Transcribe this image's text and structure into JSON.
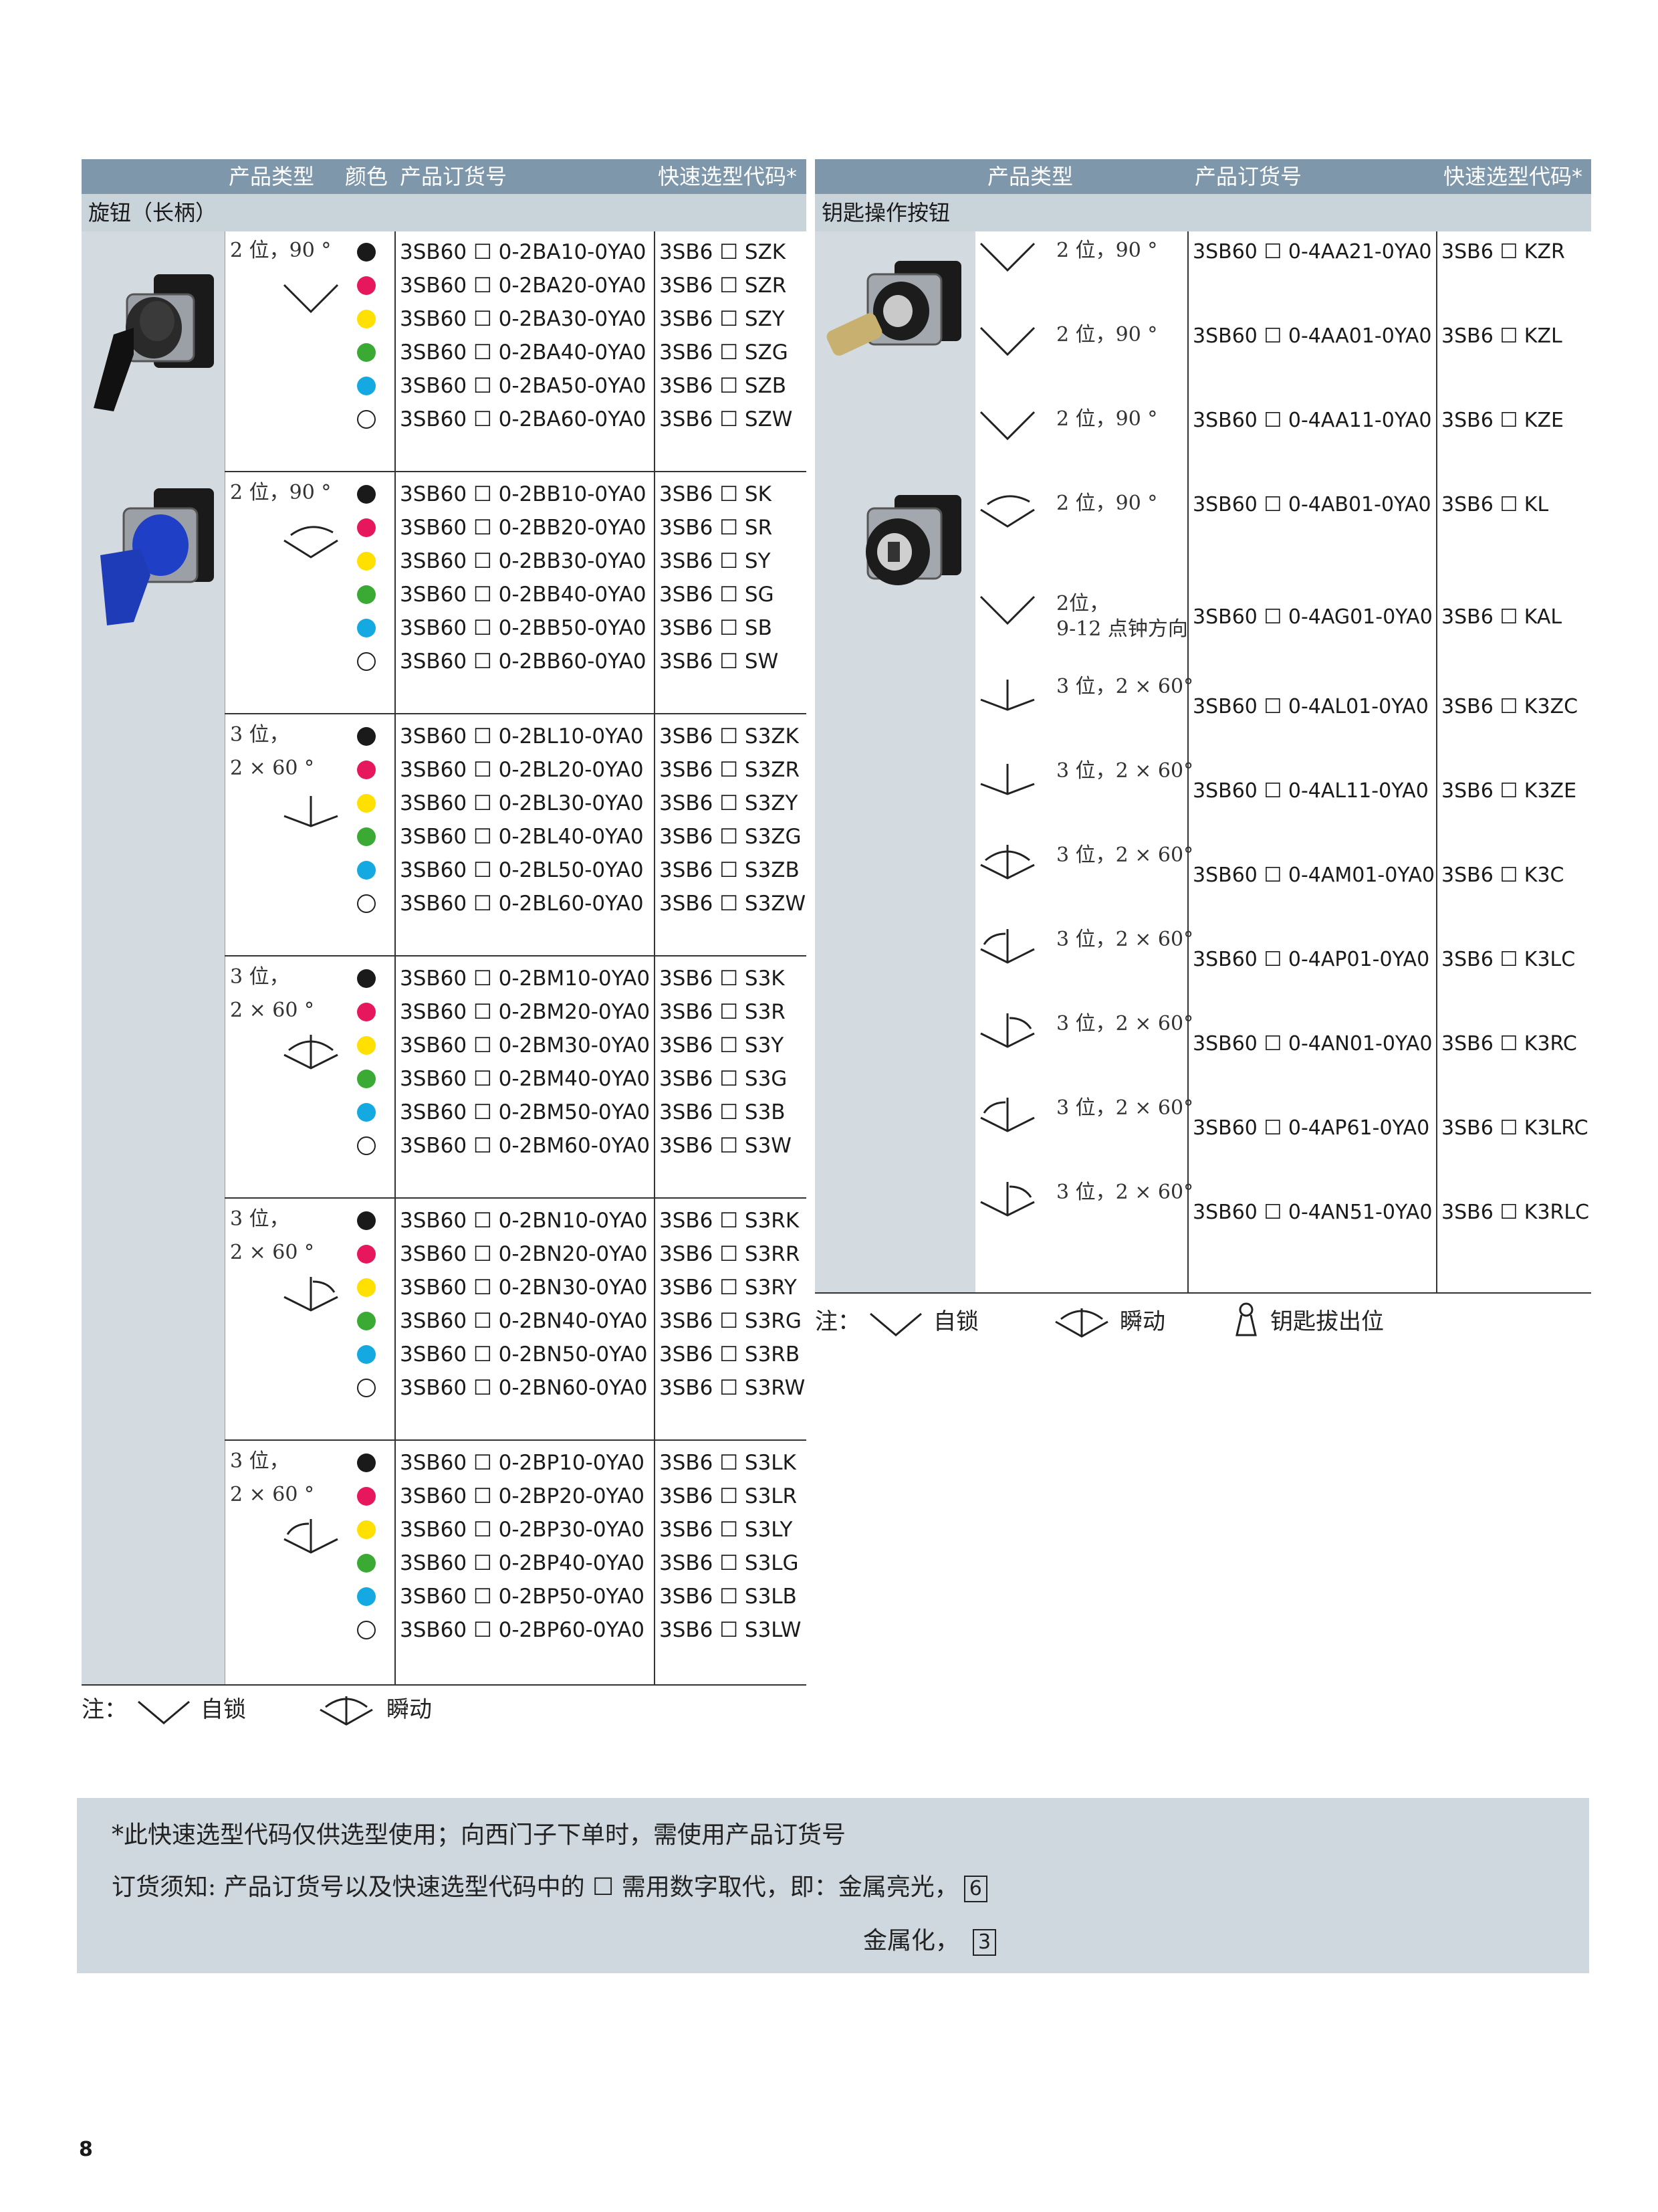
{
  "left_table": {
    "headers": {
      "type": "产品类型",
      "color": "颜色",
      "order_no": "产品订货号",
      "quick_code": "快速选型代码*"
    },
    "section_title": "旋钮（长柄）",
    "groups": [
      {
        "type_line1": "2 位，90 °",
        "type_line2": "",
        "symbol": "latching-2pos",
        "rows": [
          {
            "color": "#1a1a1a",
            "order_no": "3SB60 ☐ 0-2BA10-0YA0",
            "code": "3SB6 ☐ SZK"
          },
          {
            "color": "#e6175c",
            "order_no": "3SB60 ☐ 0-2BA20-0YA0",
            "code": "3SB6 ☐ SZR"
          },
          {
            "color": "#ffe000",
            "order_no": "3SB60 ☐ 0-2BA30-0YA0",
            "code": "3SB6 ☐ SZY"
          },
          {
            "color": "#3aaa35",
            "order_no": "3SB60 ☐ 0-2BA40-0YA0",
            "code": "3SB6 ☐ SZG"
          },
          {
            "color": "#14a9e1",
            "order_no": "3SB60 ☐ 0-2BA50-0YA0",
            "code": "3SB6 ☐ SZB"
          },
          {
            "color": "#ffffff",
            "order_no": "3SB60 ☐ 0-2BA60-0YA0",
            "code": "3SB6 ☐ SZW"
          }
        ]
      },
      {
        "type_line1": "2 位，90 °",
        "type_line2": "",
        "symbol": "momentary-2pos",
        "rows": [
          {
            "color": "#1a1a1a",
            "order_no": "3SB60 ☐ 0-2BB10-0YA0",
            "code": "3SB6 ☐ SK"
          },
          {
            "color": "#e6175c",
            "order_no": "3SB60 ☐ 0-2BB20-0YA0",
            "code": "3SB6 ☐ SR"
          },
          {
            "color": "#ffe000",
            "order_no": "3SB60 ☐ 0-2BB30-0YA0",
            "code": "3SB6 ☐ SY"
          },
          {
            "color": "#3aaa35",
            "order_no": "3SB60 ☐ 0-2BB40-0YA0",
            "code": "3SB6 ☐ SG"
          },
          {
            "color": "#14a9e1",
            "order_no": "3SB60 ☐ 0-2BB50-0YA0",
            "code": "3SB6 ☐ SB"
          },
          {
            "color": "#ffffff",
            "order_no": "3SB60 ☐ 0-2BB60-0YA0",
            "code": "3SB6 ☐ SW"
          }
        ]
      },
      {
        "type_line1": "3 位，",
        "type_line2": "2 × 60 °",
        "symbol": "latching-3pos",
        "rows": [
          {
            "color": "#1a1a1a",
            "order_no": "3SB60 ☐ 0-2BL10-0YA0",
            "code": "3SB6 ☐ S3ZK"
          },
          {
            "color": "#e6175c",
            "order_no": "3SB60 ☐ 0-2BL20-0YA0",
            "code": "3SB6 ☐ S3ZR"
          },
          {
            "color": "#ffe000",
            "order_no": "3SB60 ☐ 0-2BL30-0YA0",
            "code": "3SB6 ☐ S3ZY"
          },
          {
            "color": "#3aaa35",
            "order_no": "3SB60 ☐ 0-2BL40-0YA0",
            "code": "3SB6 ☐ S3ZG"
          },
          {
            "color": "#14a9e1",
            "order_no": "3SB60 ☐ 0-2BL50-0YA0",
            "code": "3SB6 ☐ S3ZB"
          },
          {
            "color": "#ffffff",
            "order_no": "3SB60 ☐ 0-2BL60-0YA0",
            "code": "3SB6 ☐ S3ZW"
          }
        ]
      },
      {
        "type_line1": "3 位，",
        "type_line2": "2 × 60 °",
        "symbol": "momentary-3pos",
        "rows": [
          {
            "color": "#1a1a1a",
            "order_no": "3SB60 ☐ 0-2BM10-0YA0",
            "code": "3SB6 ☐ S3K"
          },
          {
            "color": "#e6175c",
            "order_no": "3SB60 ☐ 0-2BM20-0YA0",
            "code": "3SB6 ☐ S3R"
          },
          {
            "color": "#ffe000",
            "order_no": "3SB60 ☐ 0-2BM30-0YA0",
            "code": "3SB6 ☐ S3Y"
          },
          {
            "color": "#3aaa35",
            "order_no": "3SB60 ☐ 0-2BM40-0YA0",
            "code": "3SB6 ☐ S3G"
          },
          {
            "color": "#14a9e1",
            "order_no": "3SB60 ☐ 0-2BM50-0YA0",
            "code": "3SB6 ☐ S3B"
          },
          {
            "color": "#ffffff",
            "order_no": "3SB60 ☐ 0-2BM60-0YA0",
            "code": "3SB6 ☐ S3W"
          }
        ]
      },
      {
        "type_line1": "3 位，",
        "type_line2": "2 × 60 °",
        "symbol": "momentary-right",
        "rows": [
          {
            "color": "#1a1a1a",
            "order_no": "3SB60 ☐ 0-2BN10-0YA0",
            "code": "3SB6 ☐ S3RK"
          },
          {
            "color": "#e6175c",
            "order_no": "3SB60 ☐ 0-2BN20-0YA0",
            "code": "3SB6 ☐ S3RR"
          },
          {
            "color": "#ffe000",
            "order_no": "3SB60 ☐ 0-2BN30-0YA0",
            "code": "3SB6 ☐ S3RY"
          },
          {
            "color": "#3aaa35",
            "order_no": "3SB60 ☐ 0-2BN40-0YA0",
            "code": "3SB6 ☐ S3RG"
          },
          {
            "color": "#14a9e1",
            "order_no": "3SB60 ☐ 0-2BN50-0YA0",
            "code": "3SB6 ☐ S3RB"
          },
          {
            "color": "#ffffff",
            "order_no": "3SB60 ☐ 0-2BN60-0YA0",
            "code": "3SB6 ☐ S3RW"
          }
        ]
      },
      {
        "type_line1": "3 位，",
        "type_line2": "2 × 60 °",
        "symbol": "momentary-left",
        "rows": [
          {
            "color": "#1a1a1a",
            "order_no": "3SB60 ☐ 0-2BP10-0YA0",
            "code": "3SB6 ☐ S3LK"
          },
          {
            "color": "#e6175c",
            "order_no": "3SB60 ☐ 0-2BP20-0YA0",
            "code": "3SB6 ☐ S3LR"
          },
          {
            "color": "#ffe000",
            "order_no": "3SB60 ☐ 0-2BP30-0YA0",
            "code": "3SB6 ☐ S3LY"
          },
          {
            "color": "#3aaa35",
            "order_no": "3SB60 ☐ 0-2BP40-0YA0",
            "code": "3SB6 ☐ S3LG"
          },
          {
            "color": "#14a9e1",
            "order_no": "3SB60 ☐ 0-2BP50-0YA0",
            "code": "3SB6 ☐ S3LB"
          },
          {
            "color": "#ffffff",
            "order_no": "3SB60 ☐ 0-2BP60-0YA0",
            "code": "3SB6 ☐ S3LW"
          }
        ]
      }
    ],
    "note": {
      "prefix": "注：",
      "latching": "自锁",
      "momentary": "瞬动"
    }
  },
  "right_table": {
    "headers": {
      "type": "产品类型",
      "order_no": "产品订货号",
      "quick_code": "快速选型代码*"
    },
    "section_title": "钥匙操作按钮",
    "rows": [
      {
        "type": "2 位，90 °",
        "type2": "",
        "order_no": "3SB60 ☐ 0-4AA21-0YA0",
        "code": "3SB6 ☐ KZR"
      },
      {
        "type": "2 位，90 °",
        "type2": "",
        "order_no": "3SB60 ☐ 0-4AA01-0YA0",
        "code": "3SB6 ☐ KZL"
      },
      {
        "type": "2 位，90 °",
        "type2": "",
        "order_no": "3SB60 ☐ 0-4AA11-0YA0",
        "code": "3SB6 ☐ KZE"
      },
      {
        "type": "2 位，90 °",
        "type2": "",
        "order_no": "3SB60 ☐ 0-4AB01-0YA0",
        "code": "3SB6 ☐ KL"
      },
      {
        "type": "2位，",
        "type2": "9-12 点钟方向",
        "order_no": "3SB60 ☐ 0-4AG01-0YA0",
        "code": "3SB6 ☐ KAL"
      },
      {
        "type": "3 位，2 × 60°",
        "type2": "",
        "order_no": "3SB60 ☐ 0-4AL01-0YA0",
        "code": "3SB6 ☐ K3ZC"
      },
      {
        "type": "3 位，2 × 60°",
        "type2": "",
        "order_no": "3SB60 ☐ 0-4AL11-0YA0",
        "code": "3SB6 ☐ K3ZE"
      },
      {
        "type": "3 位，2 × 60°",
        "type2": "",
        "order_no": "3SB60 ☐ 0-4AM01-0YA0",
        "code": "3SB6 ☐ K3C"
      },
      {
        "type": "3 位，2 × 60°",
        "type2": "",
        "order_no": "3SB60 ☐ 0-4AP01-0YA0",
        "code": "3SB6 ☐ K3LC"
      },
      {
        "type": "3 位，2 × 60°",
        "type2": "",
        "order_no": "3SB60 ☐ 0-4AN01-0YA0",
        "code": "3SB6 ☐ K3RC"
      },
      {
        "type": "3 位，2 × 60°",
        "type2": "",
        "order_no": "3SB60 ☐ 0-4AP61-0YA0",
        "code": "3SB6 ☐ K3LRC"
      },
      {
        "type": "3 位，2 × 60°",
        "type2": "",
        "order_no": "3SB60 ☐ 0-4AN51-0YA0",
        "code": "3SB6 ☐ K3RLC"
      }
    ],
    "note": {
      "prefix": "注：",
      "latching": "自锁",
      "momentary": "瞬动",
      "key_removal": "钥匙拔出位"
    }
  },
  "footer": {
    "line1": "*此快速选型代码仅供选型使用；向西门子下单时，需使用产品订货号",
    "line2": "订货须知: 产品订货号以及快速选型代码中的 ☐ 需用数字取代，即：金属亮光，",
    "line2_digit": "6",
    "line3": "金属化，",
    "line3_digit": "3"
  },
  "page_number": "8"
}
